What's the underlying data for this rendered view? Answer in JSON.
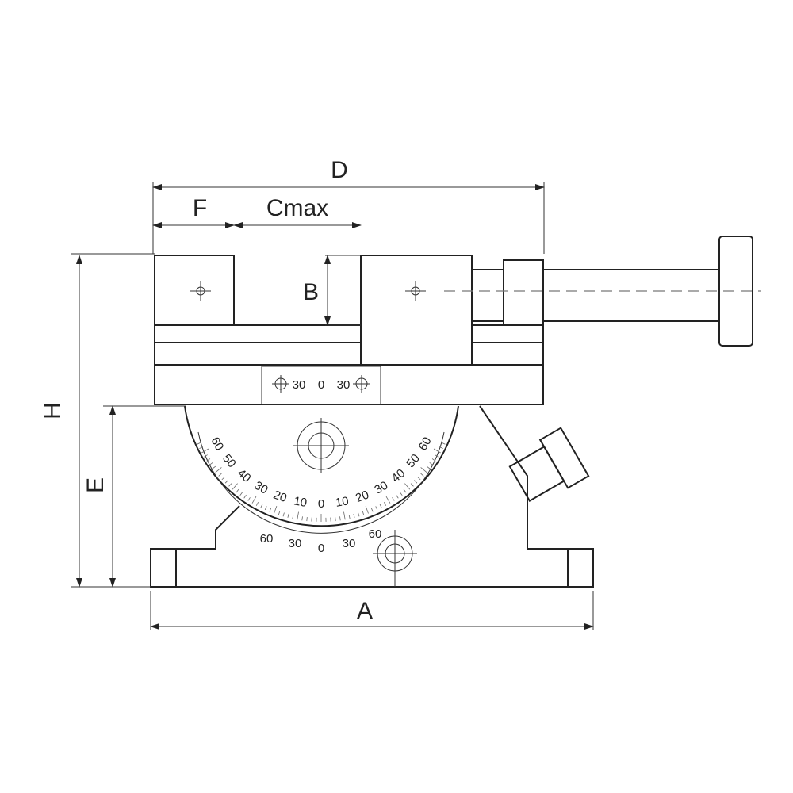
{
  "dimensions": {
    "D": "D",
    "F": "F",
    "Cmax": "Cmax",
    "B": "B",
    "H": "H",
    "E": "E",
    "A": "A"
  },
  "plate_scale": [
    "30",
    "0",
    "30"
  ],
  "dial_scale": {
    "labels": [
      "60",
      "50",
      "40",
      "30",
      "20",
      "10",
      "0",
      "10",
      "20",
      "30",
      "40",
      "50",
      "60"
    ],
    "angles": [
      -60,
      -50,
      -40,
      -30,
      -20,
      -10,
      0,
      10,
      20,
      30,
      40,
      50,
      60
    ]
  },
  "lower_scale": [
    "60",
    "30",
    "0",
    "30",
    "60"
  ]
}
